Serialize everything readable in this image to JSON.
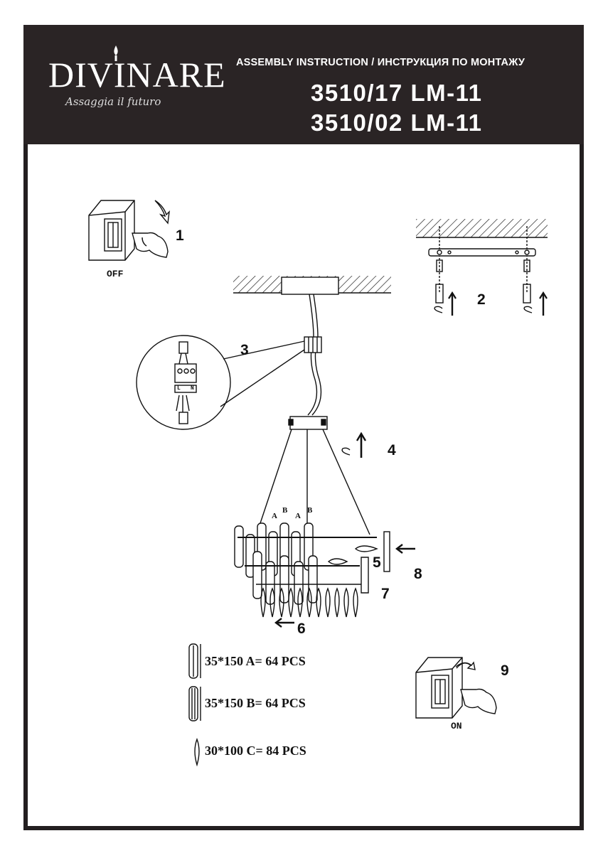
{
  "header": {
    "brand": "DIVINARE",
    "tagline": "Assaggia il futuro",
    "subtitle": "ASSEMBLY INSTRUCTION / ИНСТРУКЦИЯ ПО МОНТАЖУ",
    "models": [
      "3510/17 LM-11",
      "3510/02 LM-11"
    ]
  },
  "steps": [
    "1",
    "2",
    "3",
    "4",
    "5",
    "6",
    "7",
    "8",
    "9"
  ],
  "switch_states": {
    "off": "OFF",
    "on": "ON"
  },
  "crystal_letters": [
    "A",
    "B",
    "A",
    "B"
  ],
  "wire_labels": [
    "L",
    "N"
  ],
  "parts": [
    {
      "label": "35*150 A= 64 PCS"
    },
    {
      "label": "35*150 B= 64 PCS"
    },
    {
      "label": "30*100 C= 84 PCS"
    }
  ],
  "colors": {
    "header_bg": "#2a2425",
    "ink": "#111111",
    "paper": "#ffffff"
  }
}
